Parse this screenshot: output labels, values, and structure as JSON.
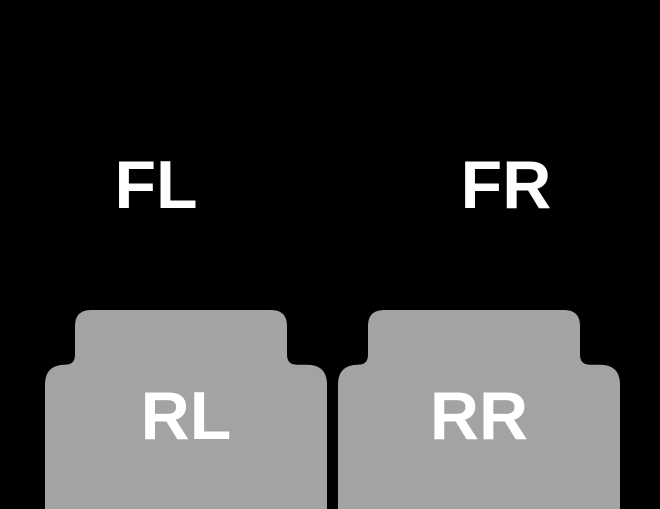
{
  "scene": {
    "background_color": "#000000",
    "mat_color": "#a3a3a3",
    "label_color": "#ffffff"
  },
  "positions": {
    "front_left": {
      "label": "FL"
    },
    "front_right": {
      "label": "FR"
    },
    "rear_left": {
      "label": "RL"
    },
    "rear_right": {
      "label": "RR"
    }
  }
}
